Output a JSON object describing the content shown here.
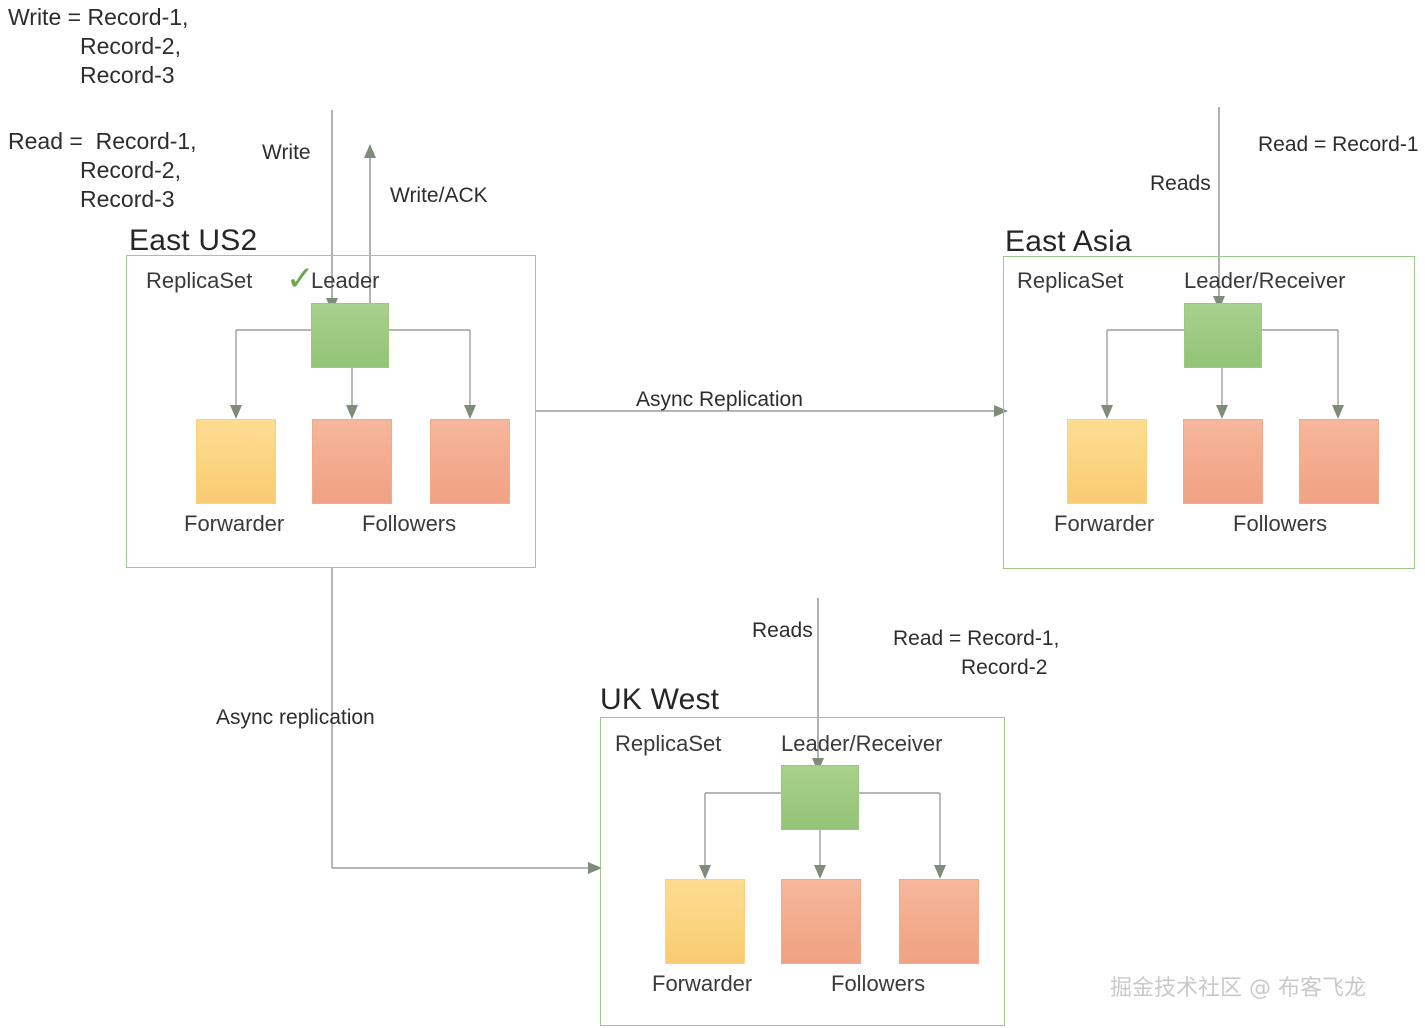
{
  "diagram": {
    "title_legends": {
      "write_legend": "Write = Record-1,\n            Record-2,\n            Record-3",
      "write_legend_line1": "Write = Record-1,",
      "write_legend_line2": "Record-2,",
      "write_legend_line3": "Record-3",
      "read_legend_line1": "Read =  Record-1,",
      "read_legend_line2": "Record-2,",
      "read_legend_line3": "Record-3"
    },
    "regions": [
      {
        "id": "east-us2",
        "title": "East US2",
        "replicaset_label": "ReplicaSet",
        "leader_label": "Leader",
        "leader_has_check": true,
        "check_glyph": "✓",
        "forwarder_label": "Forwarder",
        "followers_label": "Followers"
      },
      {
        "id": "east-asia",
        "title": "East Asia",
        "replicaset_label": "ReplicaSet",
        "leader_label": "Leader/Receiver",
        "leader_has_check": false,
        "forwarder_label": "Forwarder",
        "followers_label": "Followers"
      },
      {
        "id": "uk-west",
        "title": "UK West",
        "replicaset_label": "ReplicaSet",
        "leader_label": "Leader/Receiver",
        "leader_has_check": false,
        "forwarder_label": "Forwarder",
        "followers_label": "Followers"
      }
    ],
    "edge_labels": {
      "write": "Write",
      "write_ack": "Write/ACK",
      "async_replication_east": "Async Replication",
      "async_replication_uk": "Async replication",
      "reads_east_asia": "Reads",
      "reads_uk_west": "Reads",
      "read_east_asia_result": "Read = Record-1",
      "read_uk_west_result_line1": "Read = Record-1,",
      "read_uk_west_result_line2": "Record-2"
    },
    "watermark": "掘金技术社区 @ 布客飞龙",
    "colors": {
      "leader": "#9cc97f",
      "forwarder": "#fbd37d",
      "follower": "#f3a98b",
      "region_border": "#9fc78c",
      "connector": "#9e9e9e",
      "check": "#6aa84f",
      "text": "#2b2b2b",
      "watermark": "#c9c9c9",
      "background": "#ffffff"
    }
  }
}
